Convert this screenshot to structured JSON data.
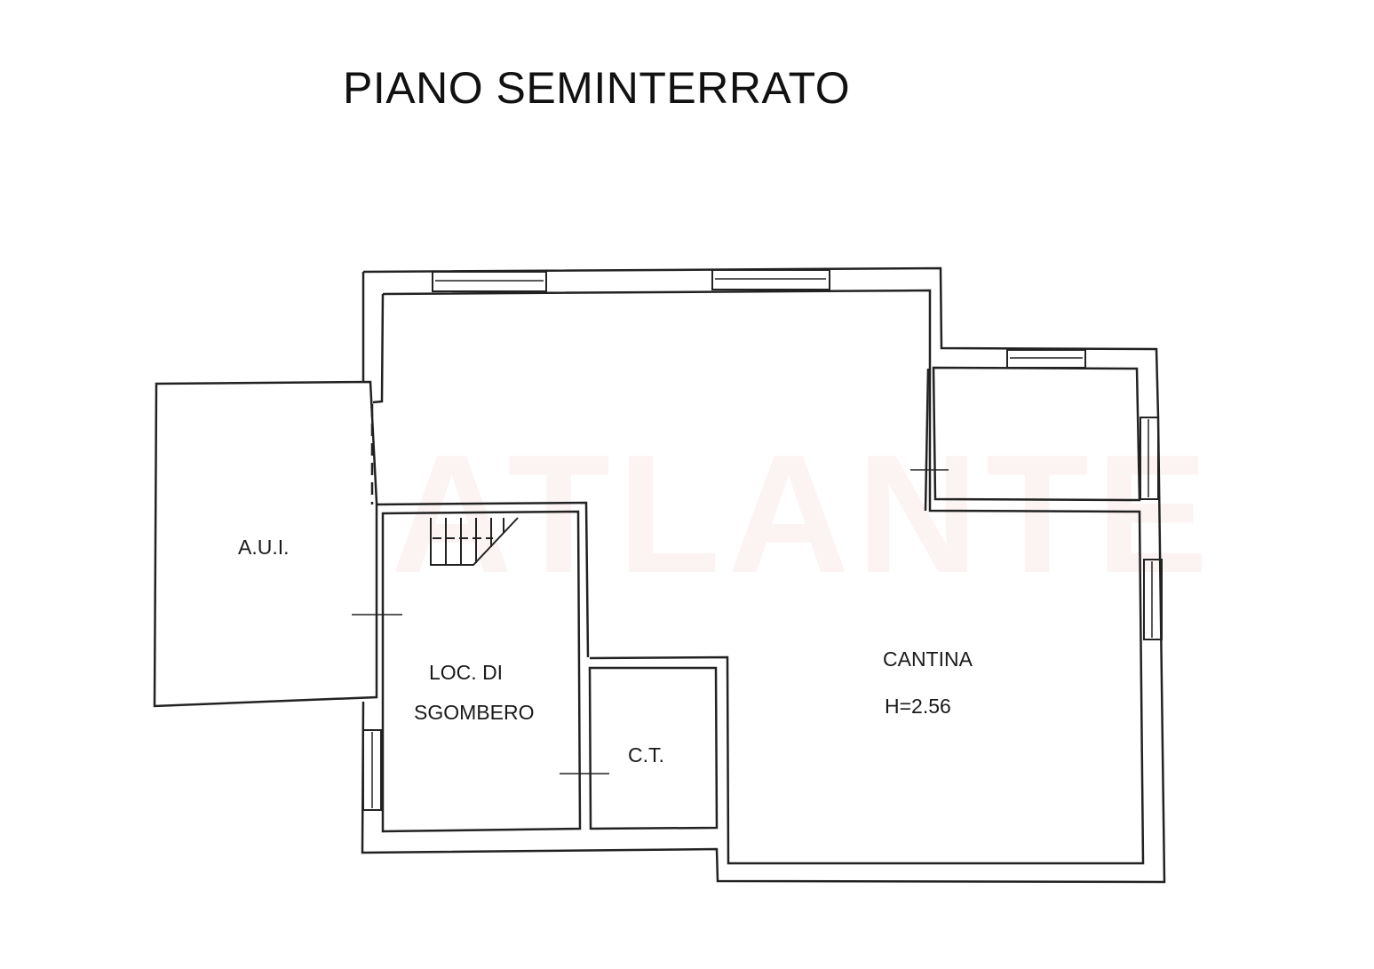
{
  "title": "PIANO SEMINTERRATO",
  "watermark": "ATLANTE",
  "rooms": [
    {
      "id": "aui",
      "label": "A.U.I."
    },
    {
      "id": "loc_sgombero",
      "label_line1": "LOC. DI",
      "label_line2": "SGOMBERO"
    },
    {
      "id": "ct",
      "label": "C.T."
    },
    {
      "id": "cantina",
      "label": "CANTINA",
      "height": "H=2.56"
    }
  ],
  "colors": {
    "line": "#222222",
    "background": "#ffffff",
    "watermark": "#d63030"
  }
}
